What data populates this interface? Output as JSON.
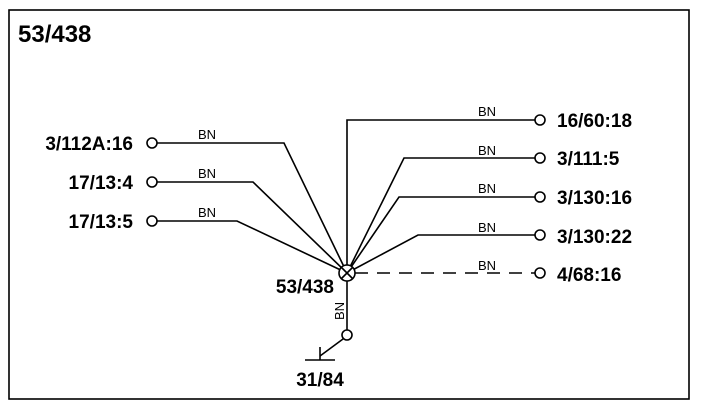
{
  "title": "53/438",
  "splice_label": "53/438",
  "ground_label": "31/84",
  "ground_wire": "BN",
  "left_connections": [
    {
      "label": "3/112A:16",
      "wire": "BN"
    },
    {
      "label": "17/13:4",
      "wire": "BN"
    },
    {
      "label": "17/13:5",
      "wire": "BN"
    }
  ],
  "right_connections": [
    {
      "label": "16/60:18",
      "wire": "BN",
      "dashed": false
    },
    {
      "label": "3/111:5",
      "wire": "BN",
      "dashed": false
    },
    {
      "label": "3/130:16",
      "wire": "BN",
      "dashed": false
    },
    {
      "label": "3/130:22",
      "wire": "BN",
      "dashed": false
    },
    {
      "label": "4/68:16",
      "wire": "BN",
      "dashed": true
    }
  ]
}
